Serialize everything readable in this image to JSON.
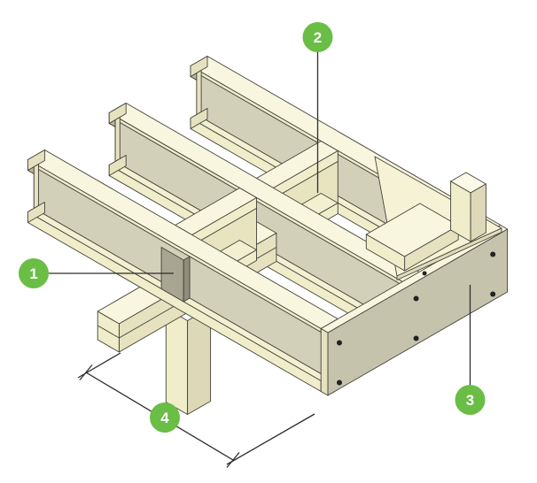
{
  "figure": {
    "type": "isometric-construction-diagram",
    "subject": "I-joist floor framing with cantilever over beam: web stiffener, blocking, rim board and cantilever dimension callouts"
  },
  "callouts": [
    {
      "number": "1",
      "target": "web-stiffener-panel"
    },
    {
      "number": "2",
      "target": "i-joist-blocking-panel"
    },
    {
      "number": "3",
      "target": "rim-board"
    },
    {
      "number": "4",
      "target": "cantilever-dimension"
    }
  ],
  "colors": {
    "callout_green": "#6abd45",
    "callout_text": "#ffffff",
    "wood_top": "#f9f6df",
    "wood_side": "#f0edcb",
    "wood_web_gray": "#d3d0ba",
    "rim_gray": "#c6c3ad",
    "blocking_tan": "#e8e4c0",
    "stiffener_gray": "#a8a593",
    "outline": "#44433a",
    "annotation_line": "#2d2d2d",
    "background": "#ffffff"
  }
}
